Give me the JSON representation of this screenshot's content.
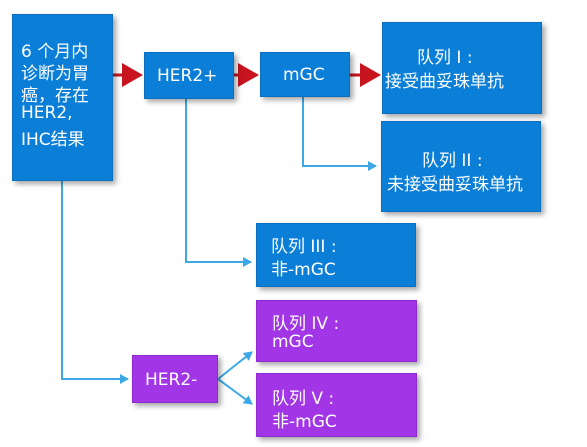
{
  "diagram": {
    "nodes": {
      "root": {
        "lines": [
          "6 个月内",
          "诊断为胃",
          "癌，存在",
          "HER2,",
          "IHC结果"
        ]
      },
      "her2_pos": {
        "label": "HER2+"
      },
      "mgc": {
        "label": "mGC"
      },
      "cohort1": {
        "line1": "队列 I :",
        "line2": "接受曲妥珠单抗"
      },
      "cohort2": {
        "line1": "队列 II :",
        "line2": "未接受曲妥珠单抗"
      },
      "cohort3": {
        "line1": "队列 III :",
        "line2": "非-mGC"
      },
      "her2_neg": {
        "label": "HER2-"
      },
      "cohort4": {
        "line1": "队列 IV :",
        "line2": "mGC"
      },
      "cohort5": {
        "line1": "队列 V :",
        "line2": "非-mGC"
      }
    },
    "colors": {
      "blue": "#0b7fd8",
      "purple": "#a235e6",
      "red_arrow": "#c8141e",
      "blue_arrow": "#3ca8e6"
    }
  }
}
